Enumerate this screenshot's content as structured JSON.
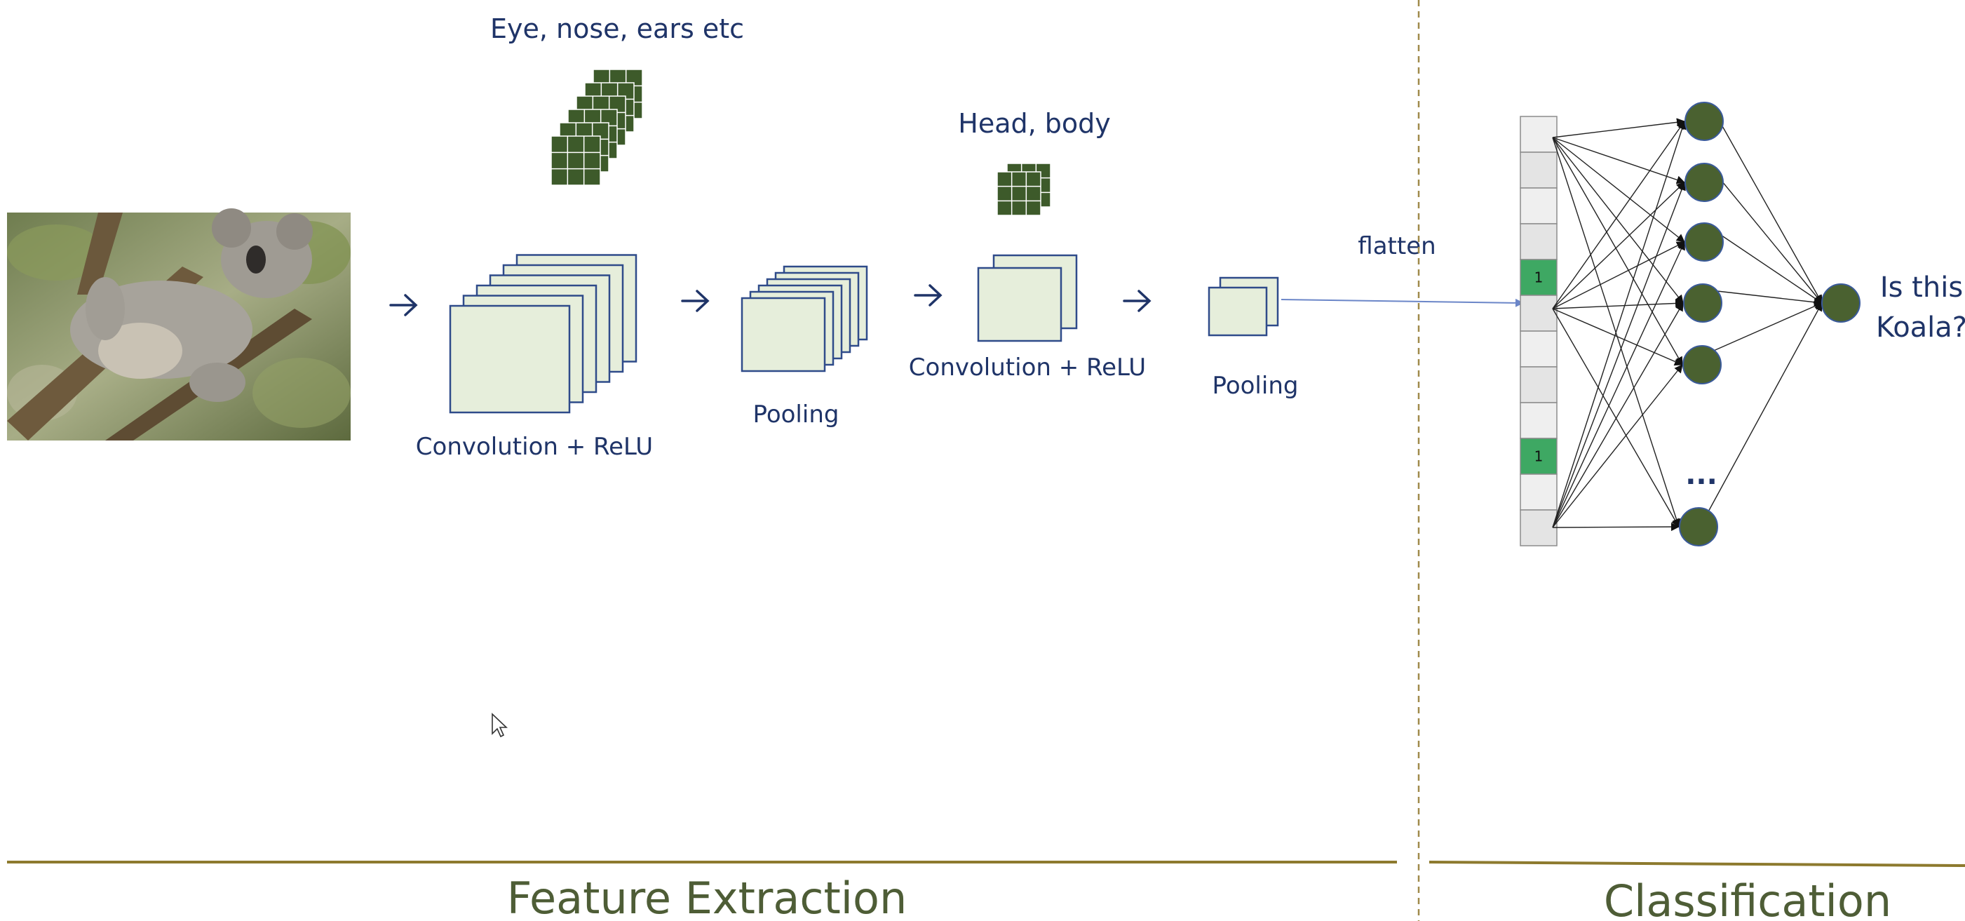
{
  "labels": {
    "features_low": "Eye, nose, ears etc",
    "features_high": "Head, body",
    "conv1": "Convolution + ReLU",
    "pool1": "Pooling",
    "conv2": "Convolution + ReLU",
    "pool2": "Pooling",
    "flatten": "flatten",
    "ellipsis": "...",
    "question_line1": "Is this",
    "question_line2": "Koala?"
  },
  "flatten_vector": {
    "cell_values": [
      "",
      "",
      "",
      "",
      "1",
      "",
      "",
      "",
      "",
      "1",
      "",
      ""
    ]
  },
  "sections": {
    "left": "Feature Extraction",
    "right": "Classification"
  },
  "colors": {
    "text_blue": "#1f3468",
    "feature_map_fill": "#e6eedb",
    "feature_map_stroke": "#2f4b8a",
    "kernel_fill": "#3d5a2a",
    "neuron_fill": "#4a6130",
    "active_cell": "#3ea863",
    "divider": "#8d7a2e",
    "section_text": "#4e5d36"
  },
  "photo": {
    "subject": "koala resting on tree branch"
  },
  "icons": [
    "arrow-right-icon",
    "mouse-cursor-icon"
  ]
}
